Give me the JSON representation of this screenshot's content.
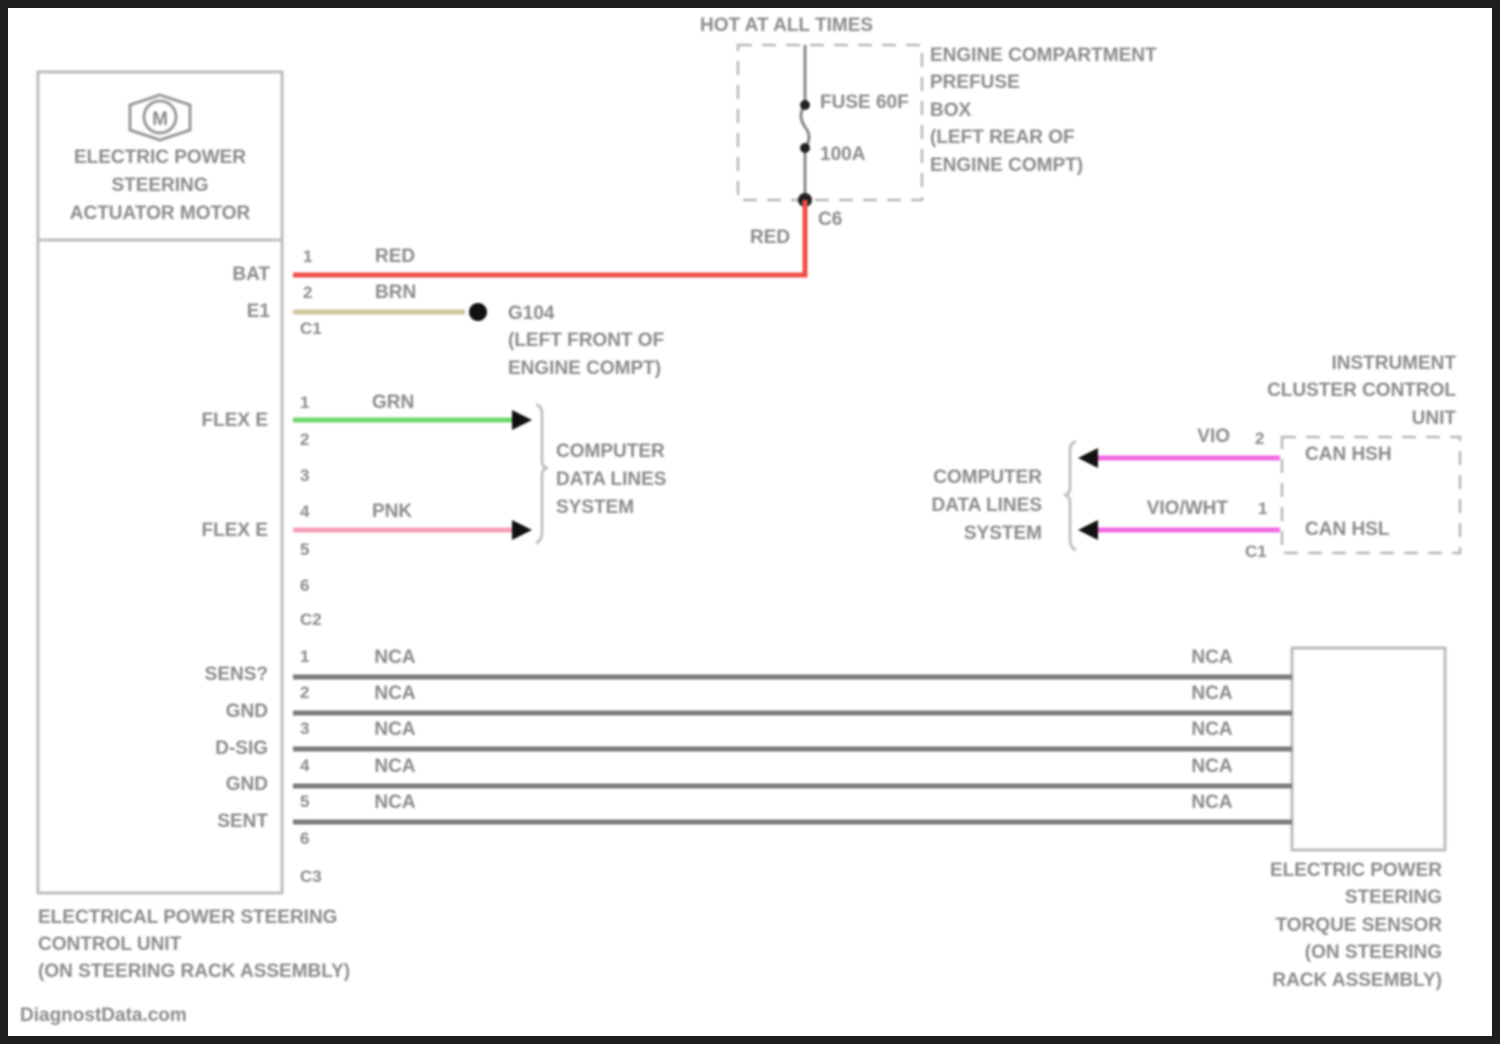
{
  "motor": {
    "lines": [
      "ELECTRIC POWER",
      "STEERING",
      "ACTUATOR MOTOR"
    ],
    "icon": "motor-icon",
    "icon_letter": "M"
  },
  "hot": "HOT AT ALL TIMES",
  "fuse_box": {
    "lines": [
      "ENGINE COMPARTMENT",
      "PREFUSE",
      "BOX",
      "(LEFT REAR OF",
      "ENGINE COMPT)"
    ],
    "fuse": "FUSE 60F",
    "rating": "100A",
    "connector": "C6"
  },
  "control_unit": {
    "lines": [
      "ELECTRICAL POWER STEERING",
      "CONTROL UNIT",
      "(ON STEERING RACK ASSEMBLY)"
    ]
  },
  "c1": {
    "connector": "C1",
    "pins": [
      {
        "num": "1",
        "label": "BAT",
        "wire": "RED"
      },
      {
        "num": "2",
        "label": "E1",
        "wire": "BRN"
      }
    ],
    "red_riser": "RED"
  },
  "ground": {
    "lines": [
      "G104",
      "(LEFT FRONT OF",
      "ENGINE COMPT)"
    ]
  },
  "c2": {
    "connector": "C2",
    "pins": [
      "1",
      "2",
      "3",
      "4",
      "5",
      "6"
    ],
    "labels": [
      "FLEX E",
      "FLEX E"
    ],
    "wires": [
      "GRN",
      "PNK"
    ]
  },
  "data_lines_left": [
    "COMPUTER",
    "DATA LINES",
    "SYSTEM"
  ],
  "data_lines_right": [
    "COMPUTER",
    "DATA LINES",
    "SYSTEM"
  ],
  "cluster": {
    "lines": [
      "INSTRUMENT",
      "CLUSTER CONTROL",
      "UNIT"
    ],
    "connector": "C1",
    "pins": [
      {
        "num": "2",
        "wire": "VIO",
        "label": "CAN HSH"
      },
      {
        "num": "1",
        "wire": "VIO/WHT",
        "label": "CAN HSL"
      }
    ]
  },
  "c3": {
    "connector": "C3",
    "pins": [
      "1",
      "2",
      "3",
      "4",
      "5",
      "6"
    ],
    "labels": [
      "SENS?",
      "GND",
      "D-SIG",
      "GND",
      "SENT"
    ],
    "wire": "NCA"
  },
  "torque_sensor": {
    "lines": [
      "ELECTRIC POWER",
      "STEERING",
      "TORQUE SENSOR",
      "(ON STEERING",
      "RACK ASSEMBLY)"
    ]
  },
  "footer": "DiagnostData.com",
  "colors": {
    "red": "#f0504a",
    "brown": "#cfc49a",
    "green": "#6fd86a",
    "pink": "#f5a0b8",
    "violet": "#f06ae0",
    "gray": "#7a7a7a"
  }
}
